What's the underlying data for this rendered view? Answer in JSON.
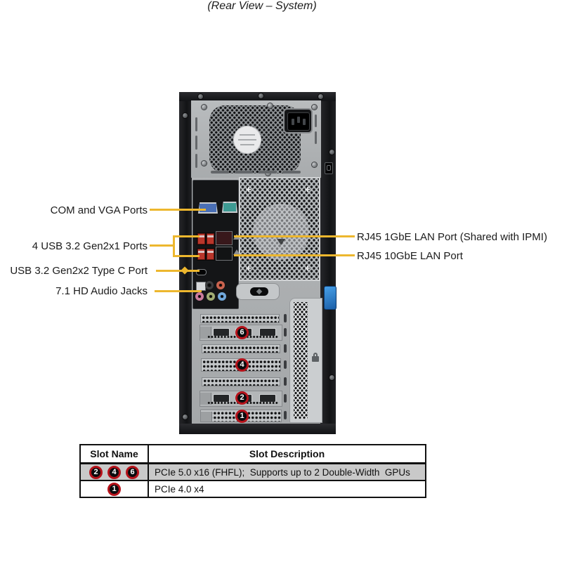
{
  "title": "(Rear View – System)",
  "callouts": {
    "left": [
      {
        "label": "COM and VGA Ports"
      },
      {
        "label": "4 USB 3.2 Gen2x1  Ports"
      },
      {
        "label": "USB 3.2 Gen2x2 Type C Port"
      },
      {
        "label": "7.1 HD Audio Jacks"
      }
    ],
    "right": [
      {
        "label": "RJ45 1GbE LAN Port (Shared with IPMI)"
      },
      {
        "label": "RJ45 10GbE LAN Port"
      }
    ]
  },
  "tower": {
    "slot_badges": [
      "6",
      "4",
      "2",
      "1"
    ],
    "icons": {
      "psu_fan": "fan-grille-icon",
      "ac_inlet": "ac-power-inlet-icon",
      "vga": "vga-port-icon",
      "com": "com-port-icon",
      "usb_a": "usb-a-port-icon",
      "usb_c": "usb-c-port-icon",
      "lan": "rj45-port-icon",
      "lan_activity": "lan-triangle-icon",
      "spdif": "spdif-port-icon",
      "audio_jack": "audio-jack-icon",
      "kensington": "kensington-lock-icon",
      "padlock": "padlock-icon",
      "latch": "blue-latch-icon",
      "screw": "screw-icon"
    }
  },
  "colors": {
    "callout_yellow": "#edb72e",
    "badge_ring_red": "#b5121a",
    "table_row_gray": "#c9c9c9",
    "vga_blue": "#4a6fb5",
    "com_teal": "#3d9a93",
    "usb_red": "#b9362b",
    "latch_blue": "#2e7fd0"
  },
  "table": {
    "headers": [
      "Slot Name",
      "Slot Description"
    ],
    "rows": [
      {
        "badges": [
          "2",
          "4",
          "6"
        ],
        "description": "PCIe 5.0 x16 (FHFL);  Supports up to 2 Double-Width  GPUs"
      },
      {
        "badges": [
          "1"
        ],
        "description": "PCIe 4.0 x4"
      }
    ]
  }
}
